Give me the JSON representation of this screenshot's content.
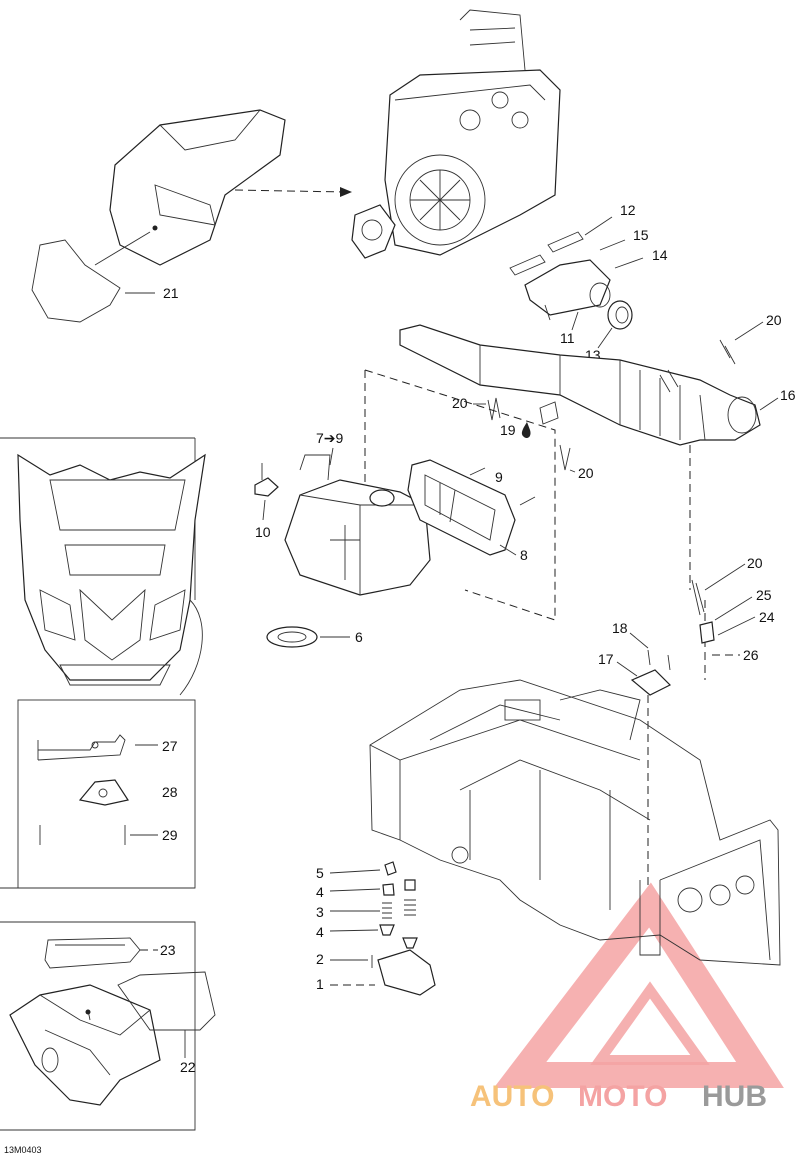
{
  "diagram_code": "13M0403",
  "colors": {
    "ink": "#222222",
    "watermark_red": "#f4a3a3",
    "watermark_orange": "#f6c27a",
    "watermark_grey": "#9a9a9a"
  },
  "watermark": {
    "part1": "AUTO",
    "part2": "MOTO",
    "part3": "HUB"
  },
  "callouts": {
    "c1": "1",
    "c2": "2",
    "c3": "3",
    "c4a": "4",
    "c4b": "4",
    "c5": "5",
    "c6": "6",
    "c7_9": "7➔9",
    "c8": "8",
    "c9": "9",
    "c10": "10",
    "c11": "11",
    "c12": "12",
    "c13": "13",
    "c14": "14",
    "c15": "15",
    "c16": "16",
    "c17": "17",
    "c18": "18",
    "c19": "19",
    "c20a": "20",
    "c20b": "20",
    "c20c": "20",
    "c20d": "20",
    "c21": "21",
    "c22": "22",
    "c23": "23",
    "c24": "24",
    "c25": "25",
    "c26": "26",
    "c27": "27",
    "c28": "28",
    "c29": "29"
  }
}
